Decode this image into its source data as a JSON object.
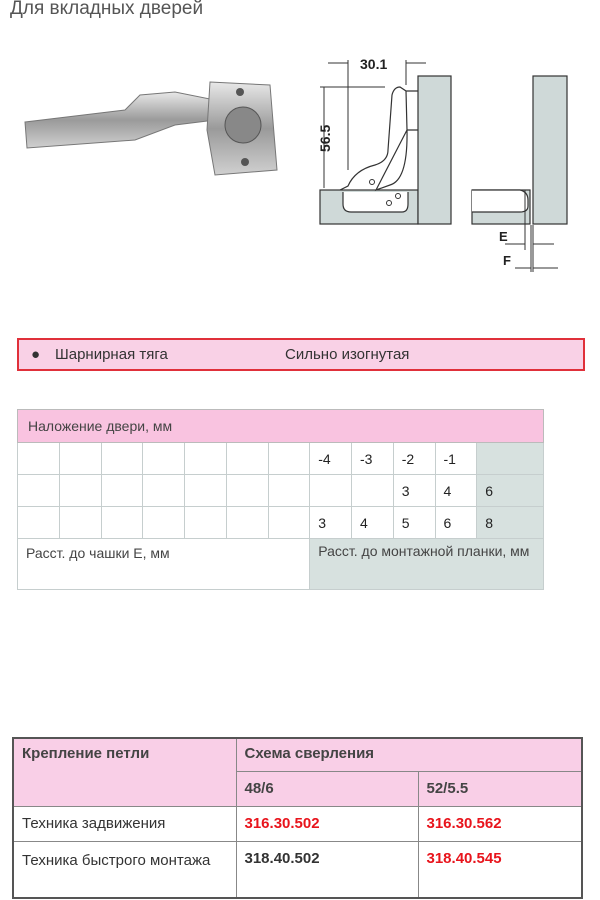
{
  "title": "Для вкладных дверей",
  "diagram": {
    "dim_width": "30.1",
    "dim_height": "56.5",
    "label_e": "E",
    "label_f": "F"
  },
  "feature": {
    "bullet": "●",
    "name": "Шарнирная тяга",
    "value": "Сильно изогнутая"
  },
  "overlay_table": {
    "header": "Наложение двери, мм",
    "row1": [
      "-4",
      "-3",
      "-2",
      "-1"
    ],
    "row2": [
      "",
      "",
      "3",
      "4"
    ],
    "row2_end": "6",
    "row3": [
      "3",
      "4",
      "5",
      "6"
    ],
    "row3_end": "8",
    "footer_left": "Расст. до чашки E, мм",
    "footer_right": "Расст. до монтажной планки, мм"
  },
  "order_table": {
    "col1": "Крепление петли",
    "col2": "Схема сверления",
    "sub1": "48/6",
    "sub2": "52/5.5",
    "rows": [
      {
        "label": "Техника задвижения",
        "a": "316.30.502",
        "b": "316.30.562"
      },
      {
        "label": "Техника быстрого монтажа",
        "a": "318.40.502",
        "b": "318.40.545"
      }
    ],
    "colors": {
      "red": "#e8141c",
      "dark": "#333333"
    }
  }
}
